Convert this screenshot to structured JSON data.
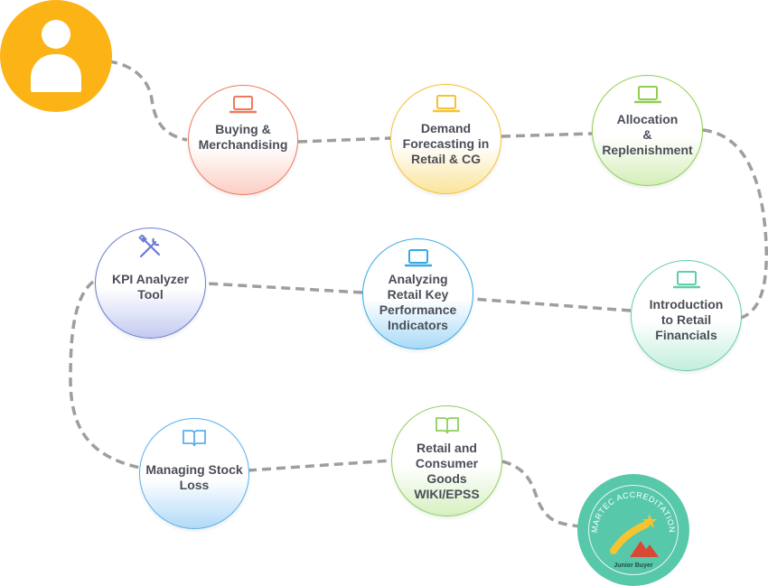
{
  "nodes": [
    {
      "id": "buying",
      "label": "Buying &\nMerchandising",
      "icon": "laptop-icon",
      "color": "#ef7a5f"
    },
    {
      "id": "demand",
      "label": "Demand\nForecasting in\nRetail & CG",
      "icon": "laptop-icon",
      "color": "#f5c232"
    },
    {
      "id": "allocation",
      "label": "Allocation\n&\nReplenishment",
      "icon": "laptop-icon",
      "color": "#8fcf4e"
    },
    {
      "id": "financials",
      "label": "Introduction\nto Retail\nFinancials",
      "icon": "laptop-icon",
      "color": "#5fcfa8"
    },
    {
      "id": "kpi-indicators",
      "label": "Analyzing\nRetail Key\nPerformance\nIndicators",
      "icon": "laptop-icon",
      "color": "#34a9e6"
    },
    {
      "id": "kpi-tool",
      "label": "KPI Analyzer\nTool",
      "icon": "tools-icon",
      "color": "#6a7bd2"
    },
    {
      "id": "stock-loss",
      "label": "Managing Stock\nLoss",
      "icon": "book-icon",
      "color": "#5bb0ee"
    },
    {
      "id": "wiki",
      "label": "Retail and\nConsumer Goods\nWIKI/EPSS",
      "icon": "book-icon",
      "color": "#8dd05b"
    }
  ],
  "badge": {
    "arc_text": "MARTEC ACCREDITATION",
    "subtitle": "Junior Buyer",
    "color": "#58c8ab",
    "logo": "martec-logo-icon"
  },
  "avatar": {
    "icon": "user-icon",
    "color": "#fbb316"
  }
}
